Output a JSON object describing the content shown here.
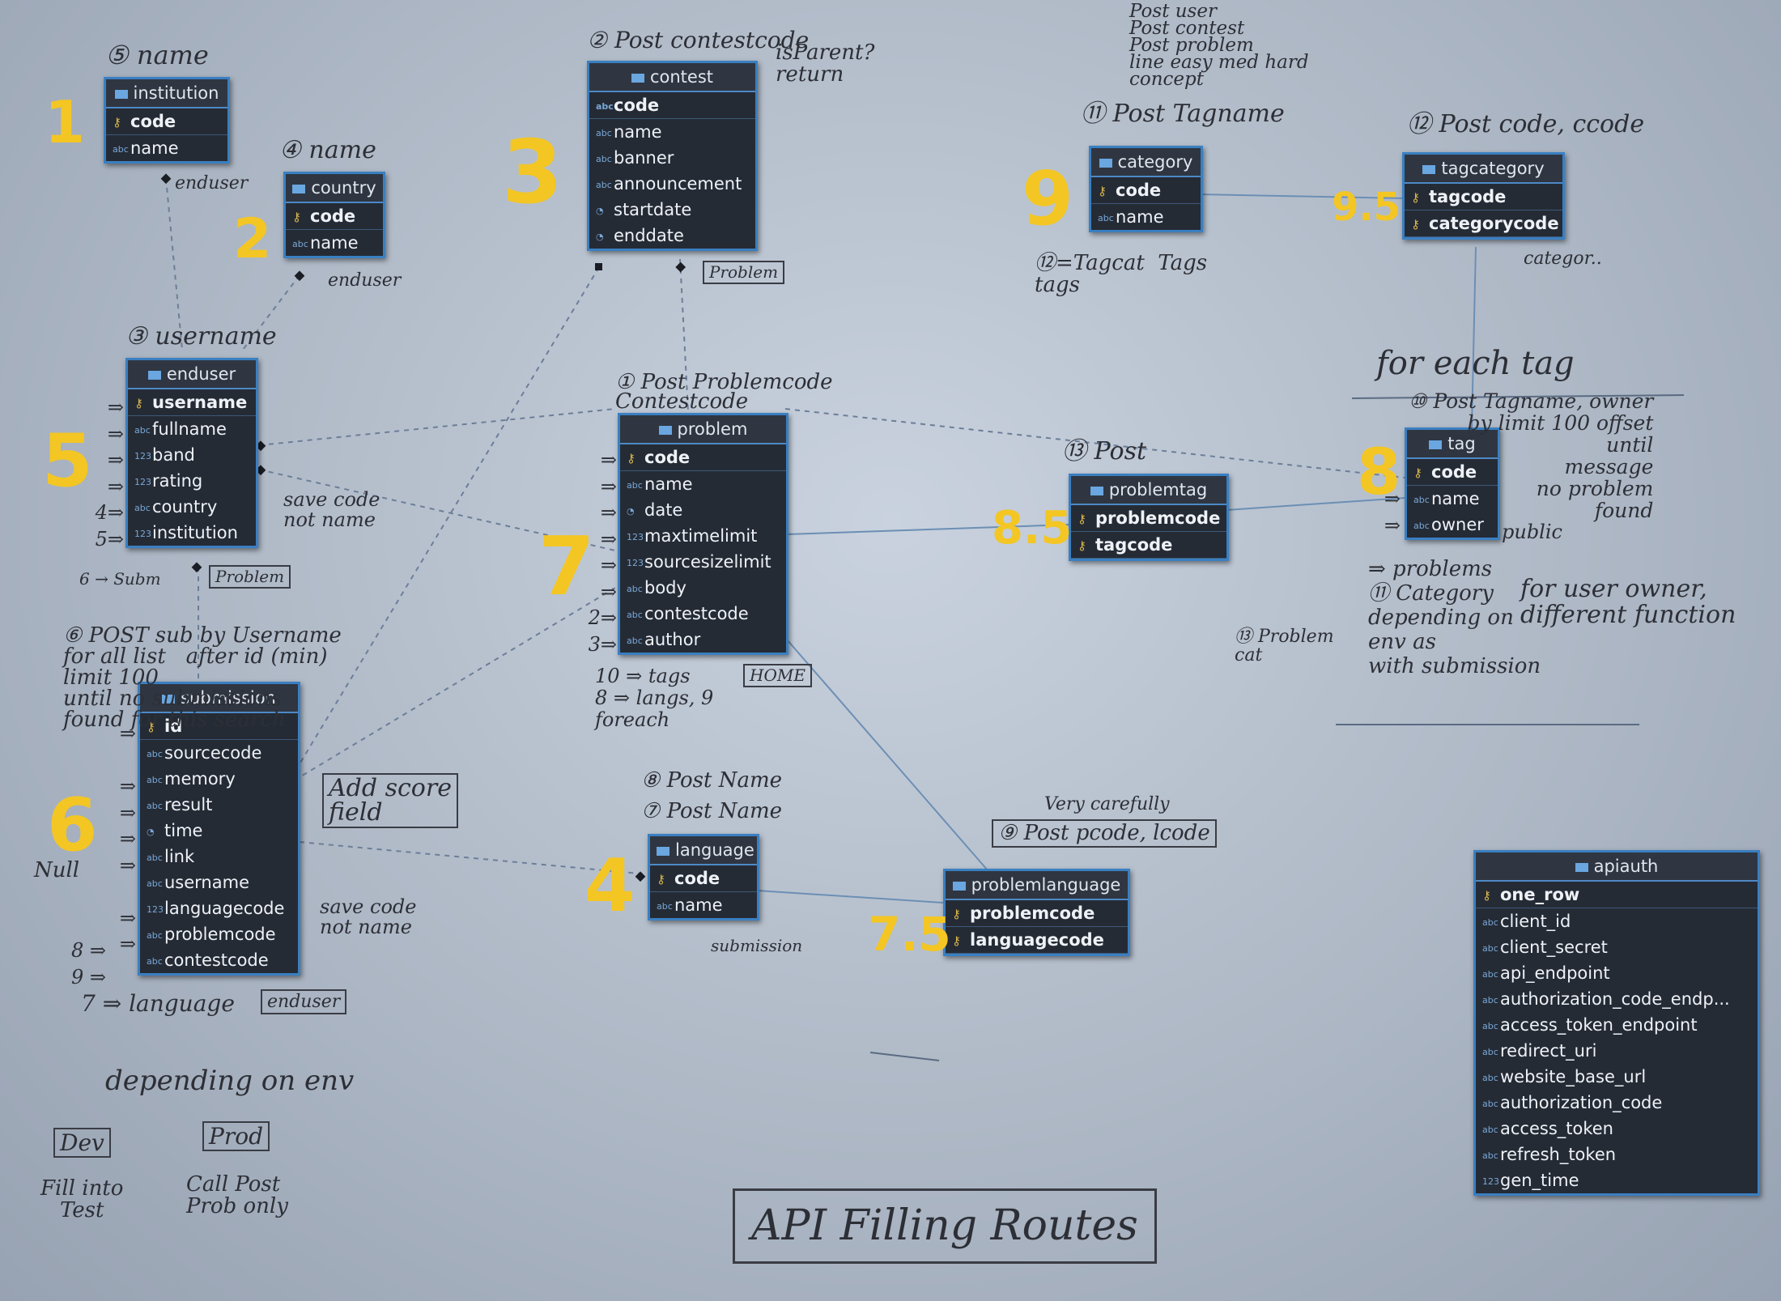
{
  "tables": {
    "institution": {
      "name": "institution",
      "fields": [
        {
          "name": "code",
          "pk": true,
          "icon": "key-icon"
        },
        {
          "name": "name",
          "pk": false,
          "icon": "abc"
        }
      ]
    },
    "country": {
      "name": "country",
      "fields": [
        {
          "name": "code",
          "pk": true,
          "icon": "key-icon"
        },
        {
          "name": "name",
          "pk": false,
          "icon": "abc"
        }
      ]
    },
    "contest": {
      "name": "contest",
      "fields": [
        {
          "name": "code",
          "pk": true,
          "icon": "abc"
        },
        {
          "name": "name",
          "pk": false,
          "icon": "abc"
        },
        {
          "name": "banner",
          "pk": false,
          "icon": "abc"
        },
        {
          "name": "announcement",
          "pk": false,
          "icon": "abc"
        },
        {
          "name": "startdate",
          "pk": false,
          "icon": "clock"
        },
        {
          "name": "enddate",
          "pk": false,
          "icon": "clock"
        }
      ]
    },
    "category": {
      "name": "category",
      "fields": [
        {
          "name": "code",
          "pk": true,
          "icon": "key-icon"
        },
        {
          "name": "name",
          "pk": false,
          "icon": "abc"
        }
      ]
    },
    "tagcategory": {
      "name": "tagcategory",
      "fields": [
        {
          "name": "tagcode",
          "pk": true,
          "icon": "key-icon"
        },
        {
          "name": "categorycode",
          "pk": true,
          "icon": "key-icon"
        }
      ]
    },
    "enduser": {
      "name": "enduser",
      "fields": [
        {
          "name": "username",
          "pk": true,
          "icon": "key-icon"
        },
        {
          "name": "fullname",
          "pk": false,
          "icon": "abc"
        },
        {
          "name": "band",
          "pk": false,
          "icon": "123"
        },
        {
          "name": "rating",
          "pk": false,
          "icon": "123"
        },
        {
          "name": "country",
          "pk": false,
          "icon": "abc"
        },
        {
          "name": "institution",
          "pk": false,
          "icon": "123"
        }
      ]
    },
    "problem": {
      "name": "problem",
      "fields": [
        {
          "name": "code",
          "pk": true,
          "icon": "key-icon"
        },
        {
          "name": "name",
          "pk": false,
          "icon": "abc"
        },
        {
          "name": "date",
          "pk": false,
          "icon": "clock"
        },
        {
          "name": "maxtimelimit",
          "pk": false,
          "icon": "123"
        },
        {
          "name": "sourcesizelimit",
          "pk": false,
          "icon": "123"
        },
        {
          "name": "body",
          "pk": false,
          "icon": "abc"
        },
        {
          "name": "contestcode",
          "pk": false,
          "icon": "abc"
        },
        {
          "name": "author",
          "pk": false,
          "icon": "abc"
        }
      ]
    },
    "problemtag": {
      "name": "problemtag",
      "fields": [
        {
          "name": "problemcode",
          "pk": true,
          "icon": "key-icon"
        },
        {
          "name": "tagcode",
          "pk": true,
          "icon": "key-icon"
        }
      ]
    },
    "tag": {
      "name": "tag",
      "fields": [
        {
          "name": "code",
          "pk": true,
          "icon": "key-icon"
        },
        {
          "name": "name",
          "pk": false,
          "icon": "abc"
        },
        {
          "name": "owner",
          "pk": false,
          "icon": "abc"
        }
      ]
    },
    "submission": {
      "name": "submission",
      "fields": [
        {
          "name": "id",
          "pk": true,
          "icon": "key-icon"
        },
        {
          "name": "sourcecode",
          "pk": false,
          "icon": "abc"
        },
        {
          "name": "memory",
          "pk": false,
          "icon": "abc"
        },
        {
          "name": "result",
          "pk": false,
          "icon": "abc"
        },
        {
          "name": "time",
          "pk": false,
          "icon": "clock"
        },
        {
          "name": "link",
          "pk": false,
          "icon": "abc"
        },
        {
          "name": "username",
          "pk": false,
          "icon": "abc"
        },
        {
          "name": "languagecode",
          "pk": false,
          "icon": "123"
        },
        {
          "name": "problemcode",
          "pk": false,
          "icon": "abc"
        },
        {
          "name": "contestcode",
          "pk": false,
          "icon": "abc"
        }
      ]
    },
    "language": {
      "name": "language",
      "fields": [
        {
          "name": "code",
          "pk": true,
          "icon": "key-icon"
        },
        {
          "name": "name",
          "pk": false,
          "icon": "abc"
        }
      ]
    },
    "problemlanguage": {
      "name": "problemlanguage",
      "fields": [
        {
          "name": "problemcode",
          "pk": true,
          "icon": "key-icon"
        },
        {
          "name": "languagecode",
          "pk": true,
          "icon": "key-icon"
        }
      ]
    },
    "apiauth": {
      "name": "apiauth",
      "fields": [
        {
          "name": "one_row",
          "pk": true,
          "icon": "key-icon"
        },
        {
          "name": "client_id",
          "pk": false,
          "icon": "abc"
        },
        {
          "name": "client_secret",
          "pk": false,
          "icon": "abc"
        },
        {
          "name": "api_endpoint",
          "pk": false,
          "icon": "abc"
        },
        {
          "name": "authorization_code_endp...",
          "pk": false,
          "icon": "abc"
        },
        {
          "name": "access_token_endpoint",
          "pk": false,
          "icon": "abc"
        },
        {
          "name": "redirect_uri",
          "pk": false,
          "icon": "abc"
        },
        {
          "name": "website_base_url",
          "pk": false,
          "icon": "abc"
        },
        {
          "name": "authorization_code",
          "pk": false,
          "icon": "abc"
        },
        {
          "name": "access_token",
          "pk": false,
          "icon": "abc"
        },
        {
          "name": "refresh_token",
          "pk": false,
          "icon": "abc"
        },
        {
          "name": "gen_time",
          "pk": false,
          "icon": "123"
        }
      ]
    }
  },
  "order_numbers": {
    "institution": "1",
    "country": "2",
    "contest": "3",
    "language": "4",
    "enduser": "5",
    "submission": "6",
    "problem": "7",
    "problemlanguage": "7.5",
    "tag": "8",
    "problemtag": "8.5",
    "category": "9",
    "tagcategory": "9.5"
  },
  "annotations": {
    "institution_note": "⑤ name",
    "institution_fk": "enduser",
    "country_note": "④ name",
    "country_fk": "enduser",
    "contest_note": "② Post contestcode",
    "contest_side": "isParent?\nreturn",
    "contest_fk": "Problem",
    "category_list": "Post user\nPost contest\nPost problem\nline easy med hard\nconcept",
    "category_note": "⑪ Post Tagname",
    "category_extra": "⑫=Tagcat  Tags\ntags",
    "tagcategory_note": "⑫ Post code, ccode",
    "tagcategory_fk": "categor..",
    "enduser_note": "③ username",
    "enduser_save": "save code\nnot name",
    "enduser_subm": "6 → Subm",
    "enduser_fk": "Problem",
    "problem_note": "① Post Problemcode\nContestcode",
    "problem_tags": "10 ⇒ tags\n8 ⇒ langs, 9\nforeach",
    "problem_fk": "HOME",
    "problemtag_note": "⑬ Post",
    "tag_foreach": "for each tag",
    "tag_note": "⑩ Post Tagname, owner\nby limit 100 offset\nuntil\nmessage\nno problem\nfound",
    "tag_public": "public",
    "tag_bottom": "⇒ problems\n⑪ Category\ndepending on\nenv as\nwith submission",
    "tag_owner": "for user owner,\ndifferent function",
    "tag_problemcat": "⑬ Problem\ncat",
    "submission_note": "⑥ POST sub by Username\nfor all list   after id (min)\nlimit 100\nuntil no submissions\nfound for this search",
    "submission_add": "Add score\nfield",
    "submission_null": "Null",
    "submission_save": "save code\nnot name",
    "submission_lang": "7 ⇒ language",
    "submission_fk": "enduser",
    "submission_nums": "8 ⇒\n9 ⇒",
    "language_note": "⑧ Post Name\n⑦ Post Name",
    "language_fk": "submission",
    "problemlanguage_note": "Very carefully",
    "problemlanguage_box": "⑨ Post pcode, lcode",
    "env_note": "depending on env",
    "dev_box": "Dev",
    "prod_box": "Prod",
    "dev_text": "Fill into\nTest",
    "prod_text": "Call Post\nProb only",
    "page_title": "API Filling Routes"
  },
  "colors": {
    "table_bg": "#252b35",
    "table_border": "#3a7fc1",
    "order_number": "#f3c624",
    "ink": "#2d2f36"
  }
}
